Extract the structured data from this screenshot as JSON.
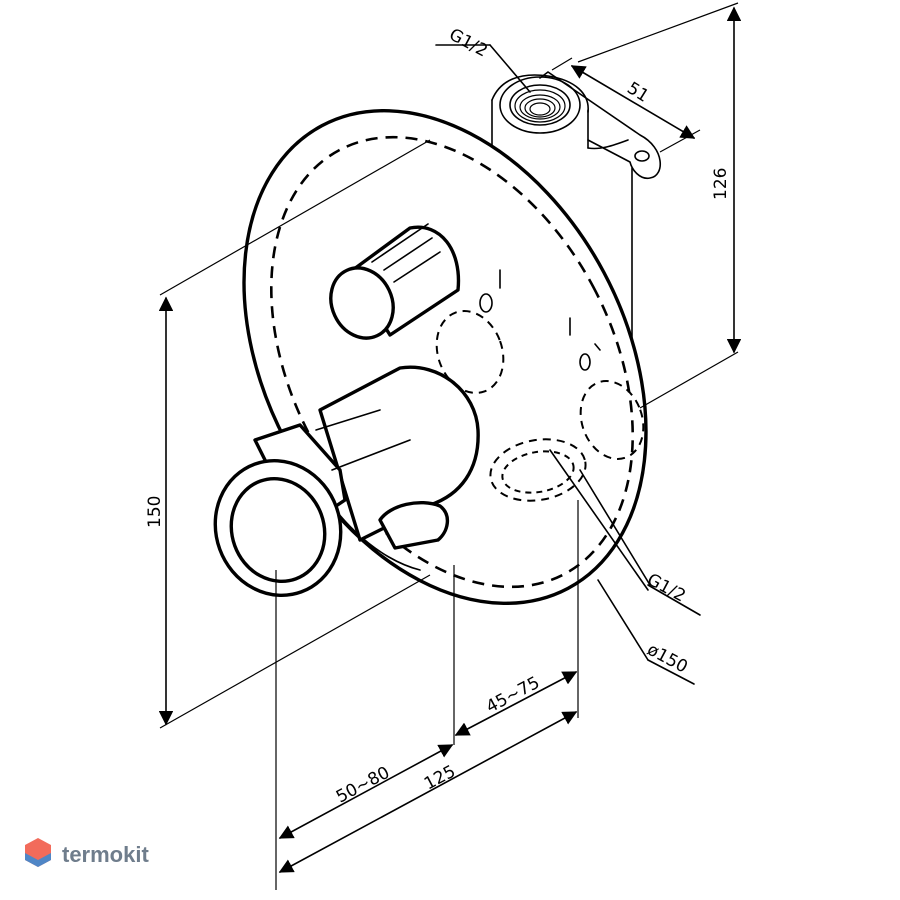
{
  "drawing": {
    "dimensions": {
      "top_thread": "G1/2",
      "top_depth": "51",
      "height_right": "126",
      "height_left": "150",
      "side_thread": "G1/2",
      "plate_diameter": "ø150",
      "depth_range_a": "45~75",
      "depth_range_b": "50~80",
      "total_depth": "125"
    }
  },
  "watermark": {
    "brand": "termokit",
    "colors": {
      "logo_top": "#f26b5b",
      "logo_bottom": "#4f86c6",
      "text": "#6f7d8c"
    }
  }
}
